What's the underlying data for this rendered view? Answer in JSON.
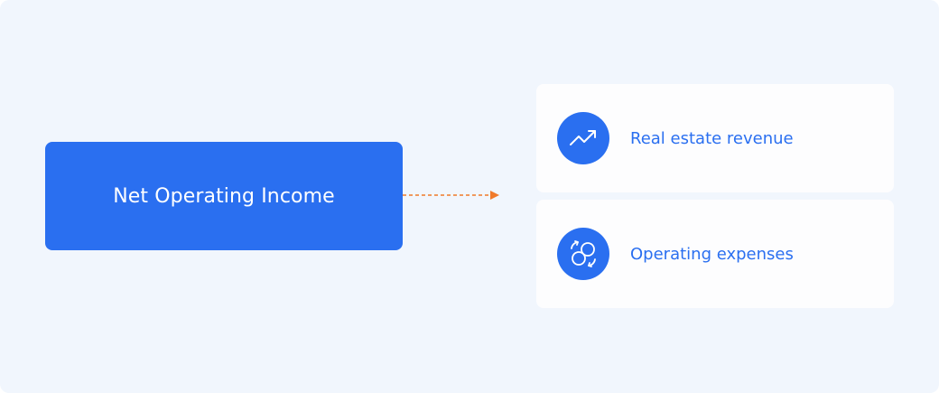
{
  "diagram": {
    "source_node": {
      "label": "Net Operating Income",
      "color": "#2a6ff0"
    },
    "connector": {
      "style": "dashed-arrow",
      "color": "#f07a2a"
    },
    "targets": [
      {
        "label": "Real estate revenue",
        "icon": "trending-up-icon"
      },
      {
        "label": "Operating expenses",
        "icon": "coins-exchange-icon"
      }
    ],
    "colors": {
      "background": "#f1f6fd",
      "card": "#fdfdfe",
      "accent": "#2a6ff0"
    }
  }
}
